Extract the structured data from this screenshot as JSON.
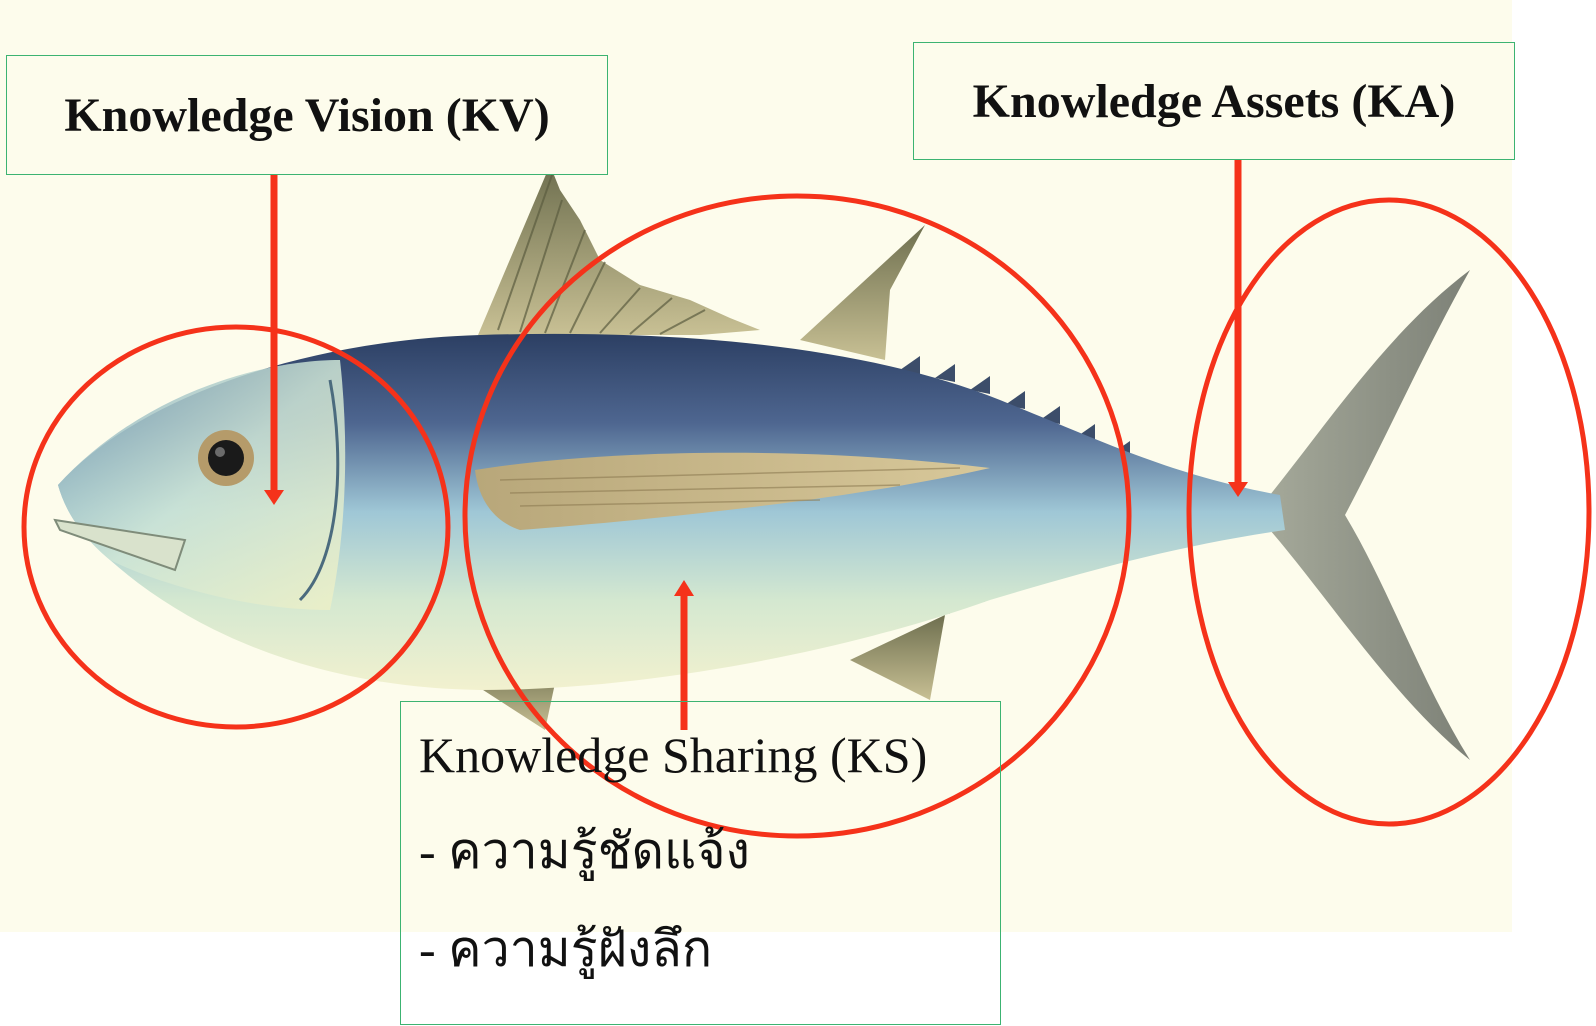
{
  "labels": {
    "kv": "Knowledge Vision (KV)",
    "ka": "Knowledge Assets (KA)",
    "ks_title": "Knowledge Sharing (KS)",
    "ks_items": [
      "- ความรู้ชัดแจ้ง",
      "- ความรู้ฝังลึก"
    ]
  },
  "colors": {
    "annotation": "#f5321a",
    "box_border": "#3cb371",
    "background": "#fdfcec"
  }
}
